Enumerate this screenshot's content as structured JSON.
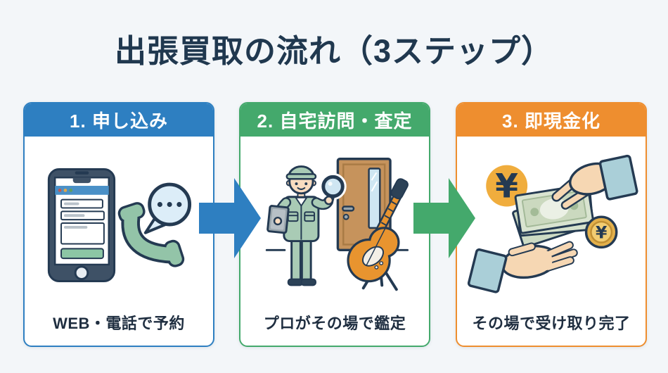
{
  "page": {
    "background_color": "#f3f6f9"
  },
  "title": {
    "text": "出張買取の流れ（3ステップ）",
    "color": "#20384f"
  },
  "steps": [
    {
      "header": "1. 申し込み",
      "caption": "WEB・電話で予約",
      "accent_color": "#2e7fc1",
      "illustration": "smartphone-form-with-phone-and-chat-bubble"
    },
    {
      "header": "2. 自宅訪問・査定",
      "caption": "プロがその場で鑑定",
      "accent_color": "#44a96c",
      "illustration": "appraiser-with-magnifier-tablet-door-guitar"
    },
    {
      "header": "3. 即現金化",
      "caption": "その場で受け取り完了",
      "accent_color": "#ee8e2f",
      "illustration": "cash-and-coin-handed-to-open-hand"
    }
  ],
  "arrows": [
    {
      "direction": "right",
      "color": "#2e7fc1"
    },
    {
      "direction": "right",
      "color": "#44a96c"
    }
  ]
}
